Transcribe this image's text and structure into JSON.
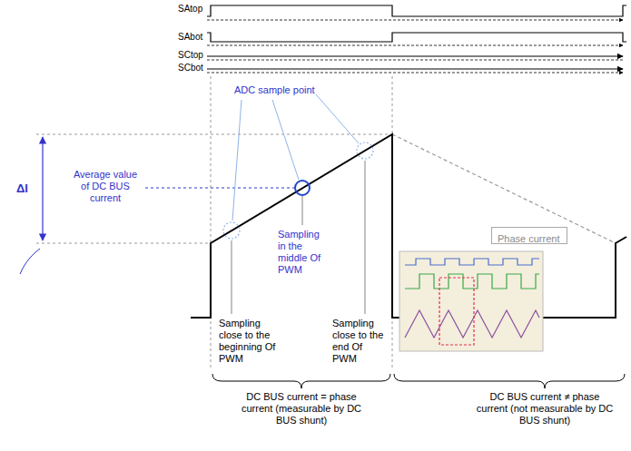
{
  "diagram": {
    "nodes": [
      {
        "text": [
          "Phase current"
        ]
      }
    ],
    "labels": [
      "SAtop",
      "SAbot",
      "SCtop",
      "SCbot",
      "ΔI",
      "ADC sample point",
      "Average value of DC BUS current",
      "Sampling in the middle Of PWM",
      "Sampling close to the beginning Of PWM",
      "Sampling close to the end Of PWM",
      "DC BUS current = phase current (measurable by DC BUS shunt)",
      "DC BUS current ≠ phase current (not measurable by DC BUS shunt)"
    ]
  }
}
